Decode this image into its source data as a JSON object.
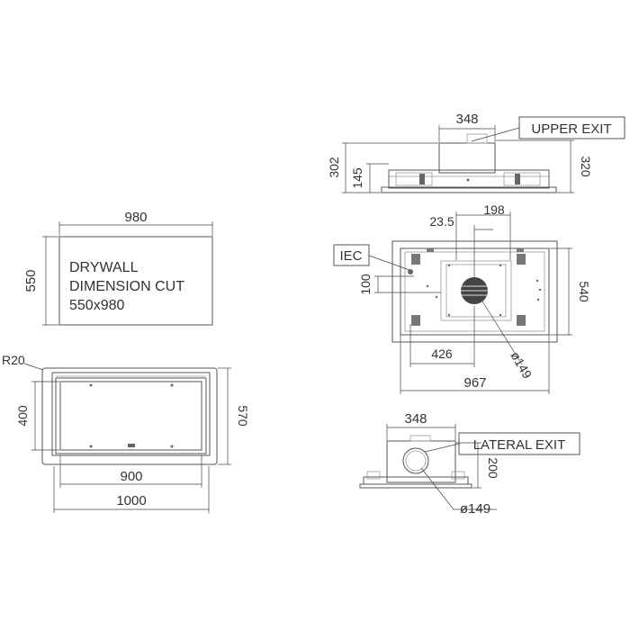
{
  "drywall": {
    "width_label": "980",
    "height_label": "550",
    "text_line1": "DRYWALL",
    "text_line2": "DIMENSION CUT",
    "text_line3": "550x980"
  },
  "front_view": {
    "radius_label": "R20",
    "inner_height_label": "400",
    "outer_height_label": "570",
    "inner_width_label": "900",
    "outer_width_label": "1000"
  },
  "upper_view": {
    "top_width_label": "348",
    "callout_label": "UPPER EXIT",
    "height_left_label": "302",
    "height_inner_label": "145",
    "height_right_label": "320"
  },
  "plan_view": {
    "dim_235_label": "23.5",
    "dim_198_label": "198",
    "iec_label": "IEC",
    "dim_100_label": "100",
    "dim_540_label": "540",
    "dim_426_label": "426",
    "dim_149_label": "ø149",
    "dim_967_label": "967"
  },
  "lateral_view": {
    "top_width_label": "348",
    "callout_label": "LATERAL EXIT",
    "height_label": "200",
    "diameter_label": "ø149"
  }
}
